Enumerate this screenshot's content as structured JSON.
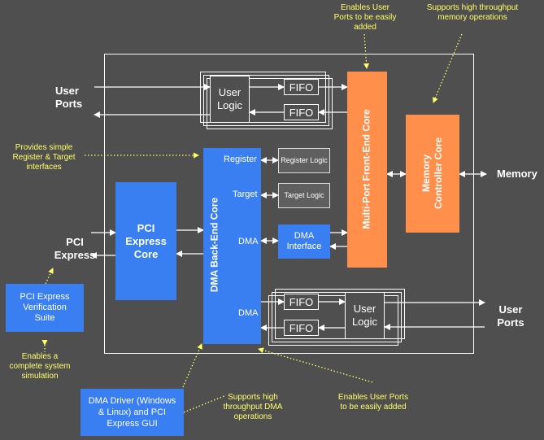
{
  "top_notes": {
    "user_ports_top": "Enables User Ports to be easily added",
    "memory_throughput": "Supports high throughput memory operations"
  },
  "left_notes": {
    "register_target": "Provides simple Register & Target interfaces"
  },
  "io_labels": {
    "user_ports_top": "User Ports",
    "pci_express": "PCI Express",
    "memory": "Memory",
    "user_ports_bottom": "User Ports"
  },
  "blocks": {
    "user_logic_top": "User Logic",
    "fifo_top_1": "FIFO",
    "fifo_top_2": "FIFO",
    "multi_port": "Multi-Port Front-End Core",
    "memory_controller": "Memory Controller Core",
    "dma_backend": "DMA Back-End Core",
    "register_port": "Register",
    "target_port": "Target",
    "dma_port_1": "DMA",
    "dma_port_2": "DMA",
    "register_logic": "Register Logic",
    "target_logic": "Target Logic",
    "dma_interface": "DMA Interface",
    "pci_core": "PCI Express Core",
    "verification": "PCI Express Verification Suite",
    "fifo_bottom_1": "FIFO",
    "fifo_bottom_2": "FIFO",
    "user_logic_bottom": "User Logic",
    "dma_driver": "DMA Driver (Windows & Linux) and PCI Express GUI"
  },
  "bottom_notes": {
    "system_sim": "Enables a complete system simulation",
    "dma_throughput": "Supports high throughput DMA operations",
    "user_ports_bottom": "Enables User Ports to be easily added"
  },
  "colors": {
    "background": "#4f4f4f",
    "block_blue": "#3a7ff2",
    "block_orange": "#ff8f4a",
    "note_yellow": "#ffff66"
  }
}
